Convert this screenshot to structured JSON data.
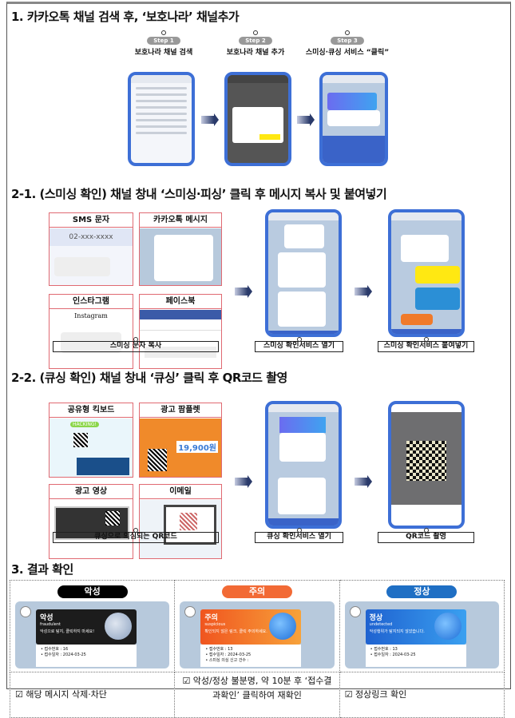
{
  "section1": {
    "title": "1. 카카오톡 채널 검색 후, ‘보호나라’ 채널추가",
    "steps": [
      {
        "pill": "Step 1",
        "label": "보호나라 채널 검색"
      },
      {
        "pill": "Step 2",
        "label": "보호나라 채널 추가"
      },
      {
        "pill": "Step 3",
        "label": "스미싱·큐싱 서비스 “클릭”"
      }
    ]
  },
  "section21": {
    "title": "2-1. (스미싱 확인) 채널 창내 ‘스미싱·피싱’ 클릭 후 메시지 복사 및 붙여넣기",
    "boxes": [
      {
        "title": "SMS 문자",
        "content": "02-xxx-xxxx"
      },
      {
        "title": "카카오톡 메시지"
      },
      {
        "title": "인스타그램",
        "content": "Instagram"
      },
      {
        "title": "페이스북"
      }
    ],
    "labels": [
      "스미싱 문자 복사",
      "스미싱 확인서비스 열기",
      "스미싱 확인서비스 붙여넣기"
    ]
  },
  "section22": {
    "title": "2-2. (큐싱 확인) 채널 창내 ‘큐싱’ 클릭 후 QR코드 촬영",
    "boxes": [
      {
        "title": "공유형 킥보드",
        "content": "HACKING!"
      },
      {
        "title": "광고 팜플렛",
        "content": "19,900원"
      },
      {
        "title": "광고 영상"
      },
      {
        "title": "이메일"
      }
    ],
    "labels": [
      "큐싱으로 의심되는 QR코드",
      "큐싱 확인서비스 열기",
      "QR코드 촬영"
    ]
  },
  "section3": {
    "title": "3. 결과 확인",
    "results": [
      {
        "badge": "악성",
        "color": "#000000",
        "banner_title": "악성",
        "banner_en": "fraudulent",
        "banner_msg": "악성으로 탐지, 클릭하지 마세요!",
        "info": [
          "• 접수번호 : 16",
          "• 접수일자 : 2024-03-25"
        ],
        "action": "☑ 해당 메시지 삭제·차단"
      },
      {
        "badge": "주의",
        "color": "#f26a35",
        "banner_title": "주의",
        "banner_en": "suspicious",
        "banner_msg": "확인되지 않은 링크, 클릭 주의하세요.",
        "info": [
          "• 접수번호 : 13",
          "• 접수일자 : 2024-03-25",
          "• 스미싱 의심 신고 건수 :"
        ],
        "action": "☑ 악성/정상 불분명, 약 10분 후 ‘접수결과확인’ 클릭하여 재확인"
      },
      {
        "badge": "정상",
        "color": "#1f6fc4",
        "banner_title": "정상",
        "banner_en": "undetected",
        "banner_msg": "악성행위가 탐지되지 않았습니다.",
        "info": [
          "• 접수번호 : 13",
          "• 접수일자 : 2024-03-25"
        ],
        "action": "☑ 정상링크 확인"
      }
    ]
  },
  "colors": {
    "phone_border": "#3d6fd6",
    "box_border": "#e06a72"
  }
}
